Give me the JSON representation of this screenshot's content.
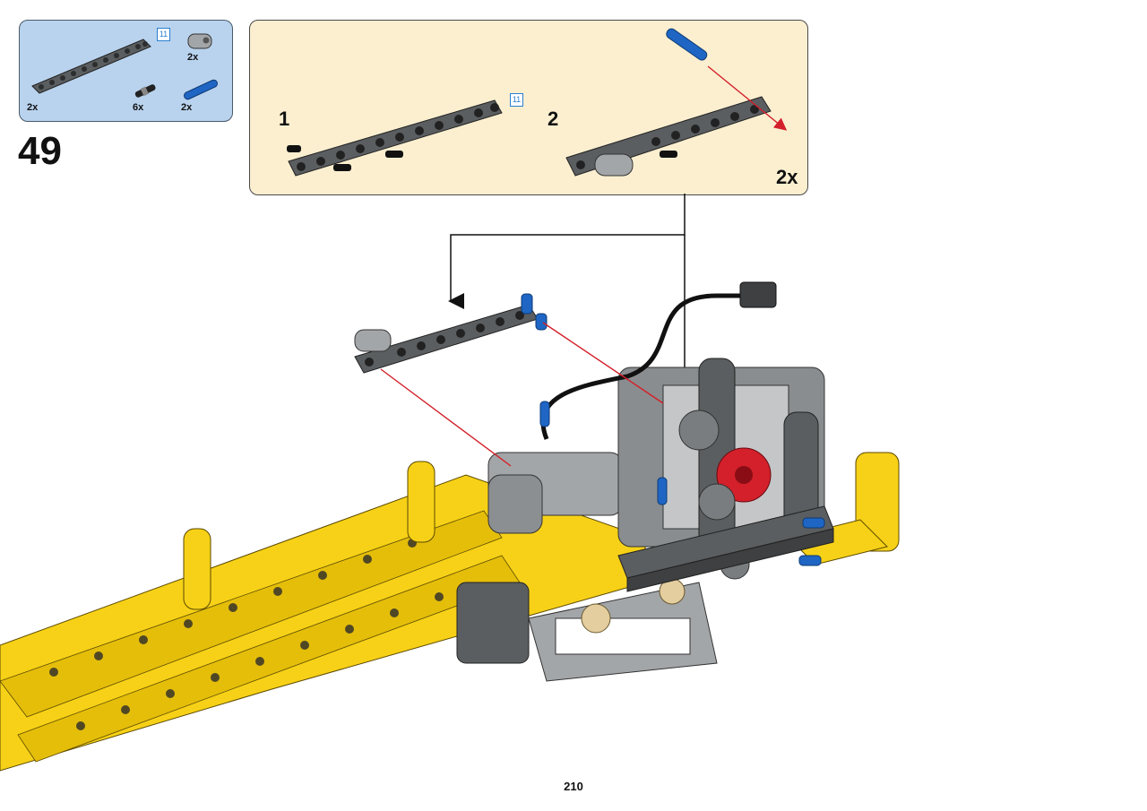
{
  "step": {
    "number": "49"
  },
  "page": {
    "number": "210"
  },
  "parts_list": {
    "items": [
      {
        "name": "beam-11",
        "qty": "2x",
        "length_label": "11"
      },
      {
        "name": "axle-connector",
        "qty": "2x"
      },
      {
        "name": "black-pin",
        "qty": "6x"
      },
      {
        "name": "blue-pin",
        "qty": "2x"
      }
    ]
  },
  "sub_assembly": {
    "steps": [
      {
        "number": "1",
        "length_label": "11"
      },
      {
        "number": "2"
      }
    ],
    "multiplier": "2x"
  },
  "colors": {
    "yellow": "#f7d117",
    "dark_gray": "#5b5e60",
    "light_gray": "#a3a6a8",
    "blue": "#1f66c4",
    "red": "#d3202a",
    "tan": "#e4cd9e",
    "panel_blue": "#b9d3ee",
    "panel_cream": "#fbefd0"
  }
}
